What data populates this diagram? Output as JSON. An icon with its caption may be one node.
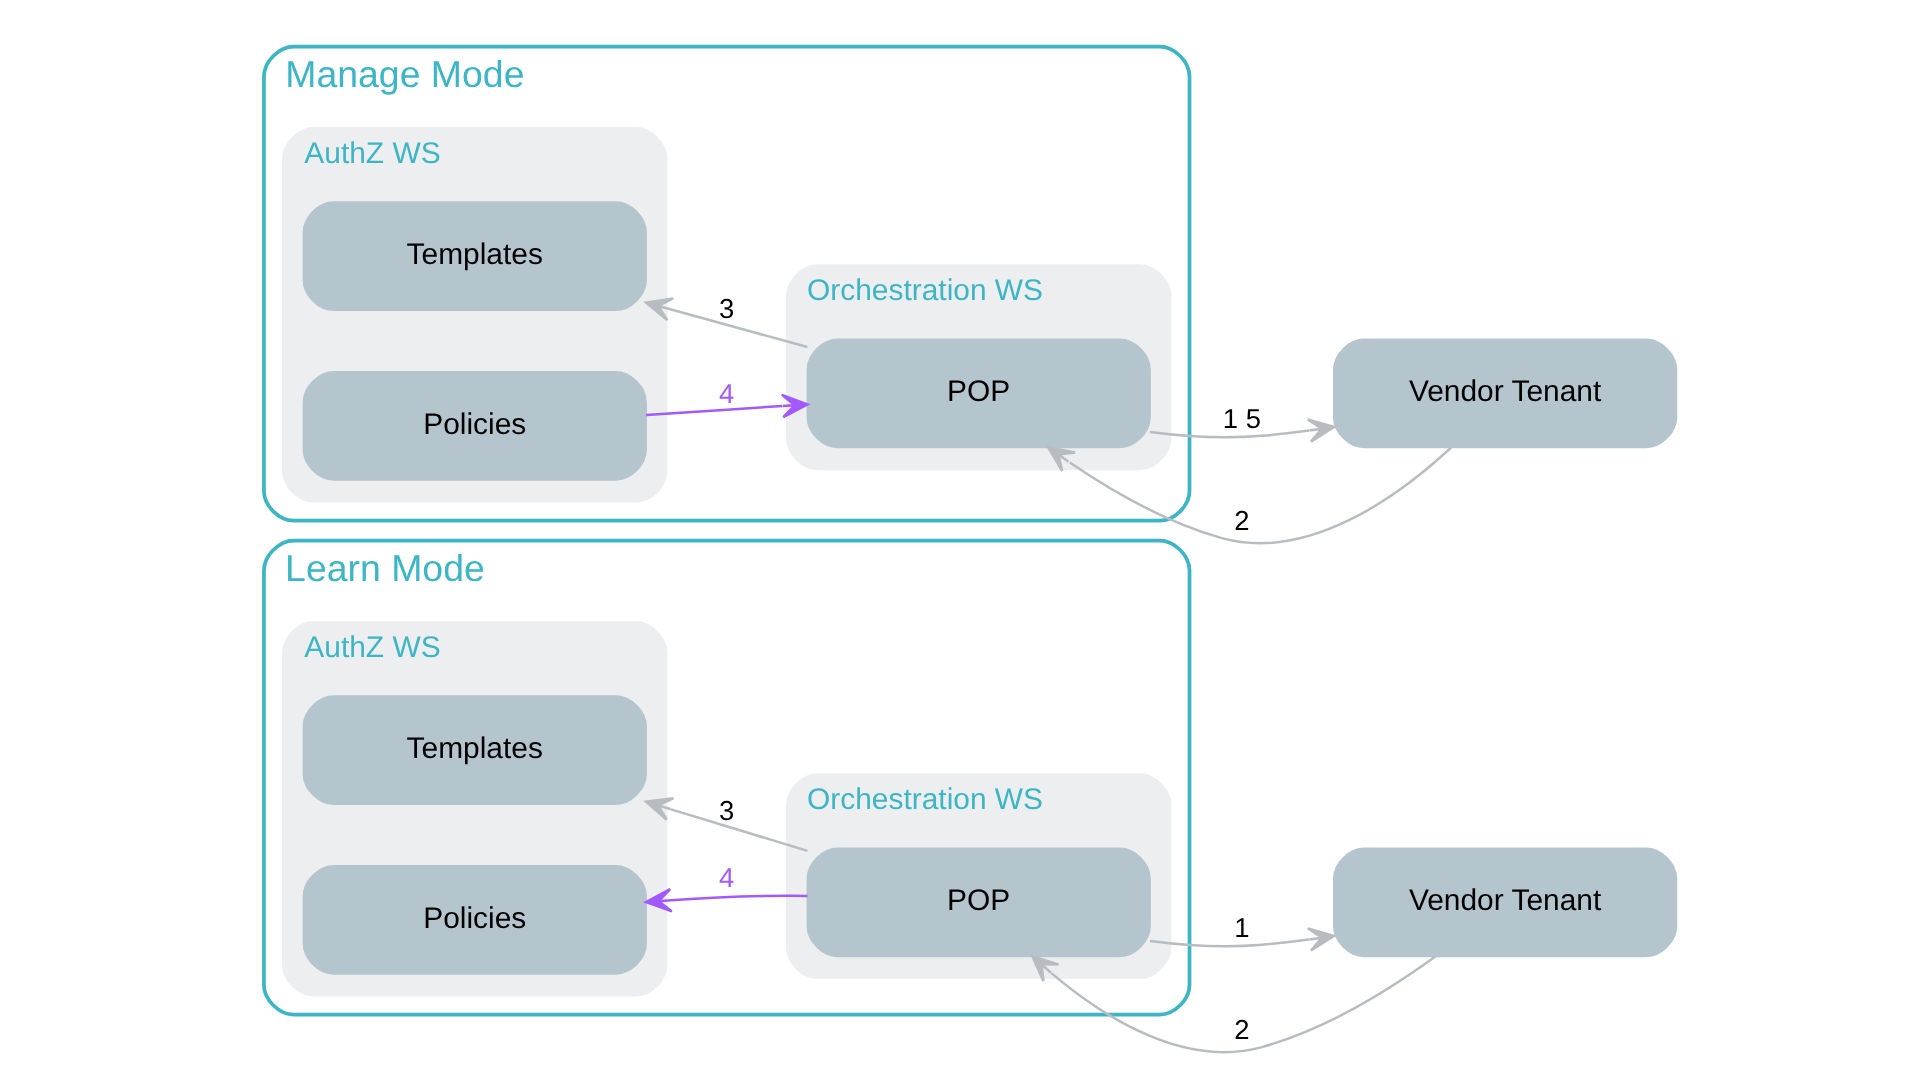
{
  "diagram": {
    "nodes": [
      {
        "text": [
          "Learn Mode"
        ]
      },
      {
        "text": [
          "AuthZ WS"
        ],
        "in": 0
      },
      {
        "text": [
          "Policies"
        ],
        "in": 1
      },
      {
        "text": [
          "Templates"
        ],
        "in": 1
      },
      {
        "text": [
          "Orchestration WS"
        ],
        "in": 0
      },
      {
        "text": [
          "POP"
        ],
        "in": 4
      },
      {
        "text": [
          "Vendor Tenant"
        ]
      },
      {
        "text": [
          "Manage Mode"
        ]
      },
      {
        "text": [
          "AuthZ WS"
        ],
        "in": 7
      },
      {
        "text": [
          "Policies"
        ],
        "in": 8
      },
      {
        "text": [
          "Templates"
        ],
        "in": 8
      },
      {
        "text": [
          "Orchestration WS"
        ],
        "in": 7
      },
      {
        "text": [
          "POP"
        ],
        "in": 11
      },
      {
        "text": [
          "Vendor Tenant"
        ]
      }
    ],
    "edges": [
      {
        "from": 5,
        "to": 2,
        "arrow": "to",
        "label": "4",
        "color": "#a259ff"
      },
      {
        "from": 5,
        "to": 3,
        "arrow": "to",
        "label": "3"
      },
      {
        "from": 6,
        "to": 5,
        "arrow": "to",
        "label": "2"
      },
      {
        "from": 5,
        "to": 6,
        "arrow": "to",
        "label": "1"
      },
      {
        "from": 9,
        "to": 12,
        "arrow": "to",
        "label": "4",
        "color": "#a259ff"
      },
      {
        "from": 12,
        "to": 10,
        "arrow": "to",
        "label": "3"
      },
      {
        "from": 13,
        "to": 12,
        "arrow": "to",
        "label": "2"
      },
      {
        "from": 12,
        "to": 13,
        "arrow": "to",
        "label": "1 5"
      }
    ]
  }
}
